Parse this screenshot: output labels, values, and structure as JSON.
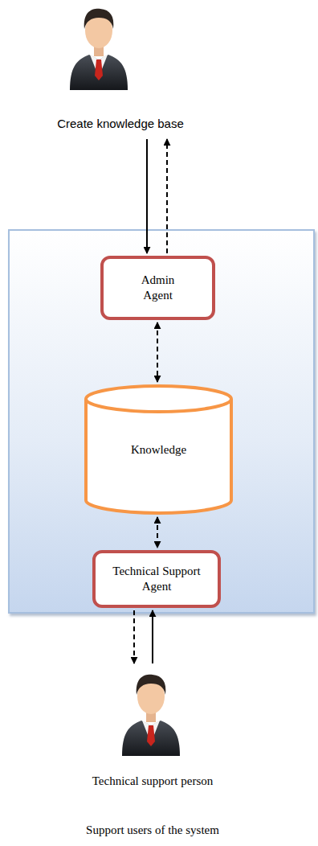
{
  "diagram": {
    "nodes": [
      {
        "text": [
          "Create knowledge base"
        ]
      },
      {
        "text": [
          "Admin Agent"
        ]
      },
      {
        "text": [
          "Knowledge"
        ]
      },
      {
        "text": [
          "Technical Support Agent"
        ]
      },
      {
        "text": [
          "Technical support person"
        ]
      }
    ],
    "edges": [
      {
        "from": 0,
        "to": 1,
        "arrow": "to"
      },
      {
        "from": 1,
        "to": 0,
        "arrow": "to"
      },
      {
        "from": 1,
        "to": 2,
        "arrow": "both"
      },
      {
        "from": 2,
        "to": 3,
        "arrow": "both"
      },
      {
        "from": 3,
        "to": 4,
        "arrow": "to"
      },
      {
        "from": 4,
        "to": 3,
        "arrow": "to"
      }
    ],
    "labels": [
      "Support users of the system"
    ]
  }
}
